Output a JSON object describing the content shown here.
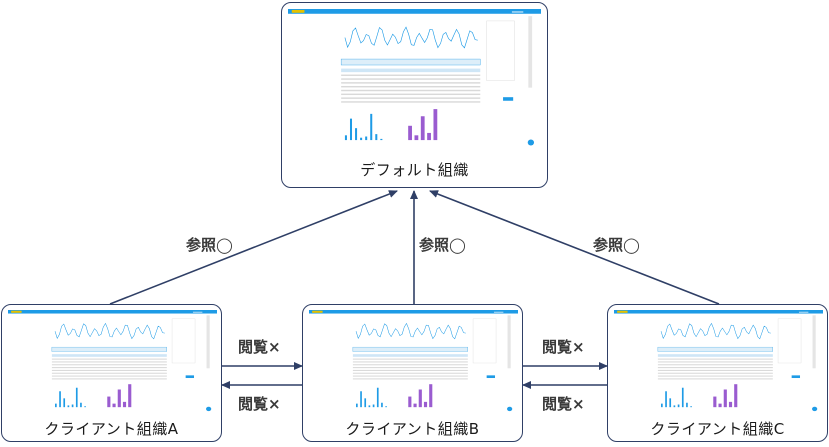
{
  "nodes": {
    "default": {
      "label": "デフォルト組織"
    },
    "client_a": {
      "label": "クライアント組織A"
    },
    "client_b": {
      "label": "クライアント組織B"
    },
    "client_c": {
      "label": "クライアント組織C"
    }
  },
  "edges": {
    "a_to_default": {
      "label": "参照◯"
    },
    "b_to_default": {
      "label": "参照◯"
    },
    "c_to_default": {
      "label": "参照◯"
    },
    "a_to_b": {
      "label": "閲覧×"
    },
    "b_to_a": {
      "label": "閲覧×"
    },
    "b_to_c": {
      "label": "閲覧×"
    },
    "c_to_b": {
      "label": "閲覧×"
    }
  },
  "colors": {
    "line": "#2f3f66",
    "accent": "#1e9be6",
    "purple": "#9a5cd0"
  }
}
